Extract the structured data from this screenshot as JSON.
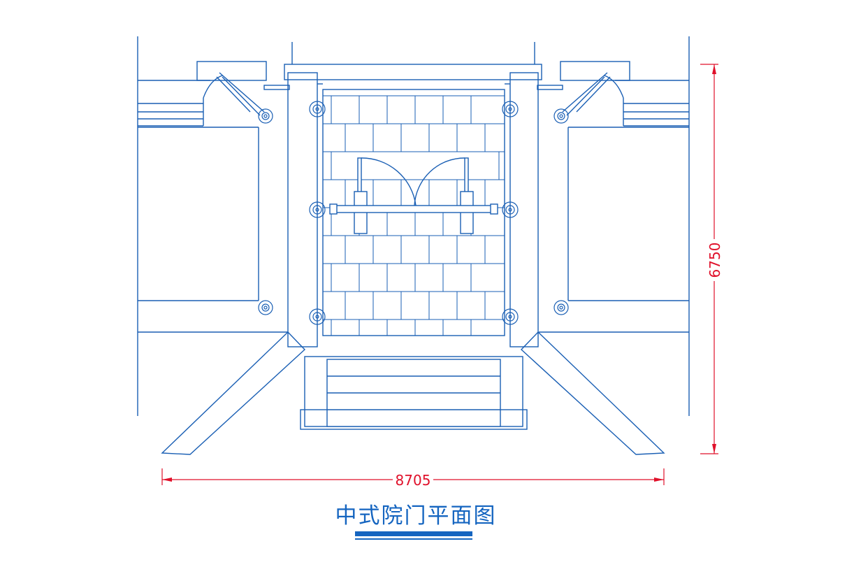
{
  "drawing": {
    "title": "中式院门平面图",
    "dimension_width": "8705",
    "dimension_depth": "6750",
    "line_color": "#1a5fb4",
    "dimension_color": "#e0102a",
    "title_color": "#1565c0"
  }
}
